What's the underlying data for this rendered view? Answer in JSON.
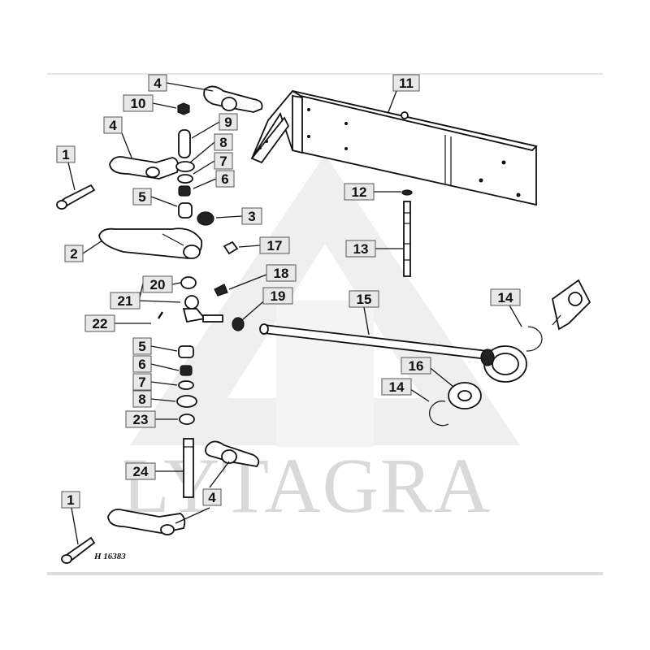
{
  "watermark": {
    "text": "LYTAGRA"
  },
  "drawing_code": "H 16383",
  "colors": {
    "label_fill": "#e8e8e8",
    "line": "#111111",
    "watermark": "#d9d9d9"
  },
  "callouts": [
    {
      "id": "c4a",
      "text": "4"
    },
    {
      "id": "c10",
      "text": "10"
    },
    {
      "id": "c4b",
      "text": "4"
    },
    {
      "id": "c9",
      "text": "9"
    },
    {
      "id": "c8a",
      "text": "8"
    },
    {
      "id": "c7a",
      "text": "7"
    },
    {
      "id": "c6a",
      "text": "6"
    },
    {
      "id": "c1a",
      "text": "1"
    },
    {
      "id": "c5a",
      "text": "5"
    },
    {
      "id": "c3",
      "text": "3"
    },
    {
      "id": "c2",
      "text": "2"
    },
    {
      "id": "c17",
      "text": "17"
    },
    {
      "id": "c18",
      "text": "18"
    },
    {
      "id": "c20",
      "text": "20"
    },
    {
      "id": "c21",
      "text": "21"
    },
    {
      "id": "c19",
      "text": "19"
    },
    {
      "id": "c22",
      "text": "22"
    },
    {
      "id": "c5b",
      "text": "5"
    },
    {
      "id": "c6b",
      "text": "6"
    },
    {
      "id": "c7b",
      "text": "7"
    },
    {
      "id": "c8b",
      "text": "8"
    },
    {
      "id": "c23",
      "text": "23"
    },
    {
      "id": "c24",
      "text": "24"
    },
    {
      "id": "c4c",
      "text": "4"
    },
    {
      "id": "c1b",
      "text": "1"
    },
    {
      "id": "c11",
      "text": "11"
    },
    {
      "id": "c12",
      "text": "12"
    },
    {
      "id": "c13",
      "text": "13"
    },
    {
      "id": "c15",
      "text": "15"
    },
    {
      "id": "c14a",
      "text": "14"
    },
    {
      "id": "c16",
      "text": "16"
    },
    {
      "id": "c14b",
      "text": "14"
    }
  ]
}
